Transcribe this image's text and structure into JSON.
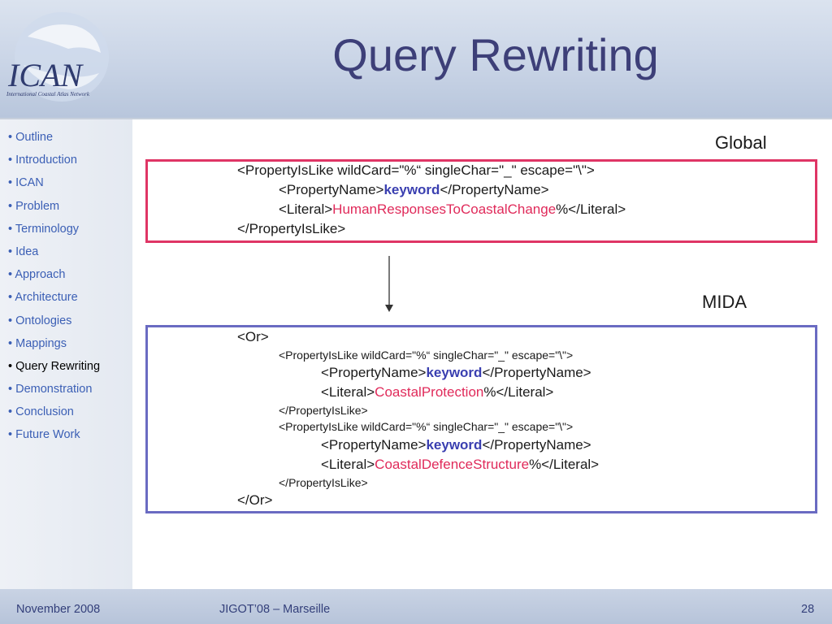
{
  "slide": {
    "title": "Query Rewriting",
    "logo_text": "ICAN",
    "logo_subtitle": "International Coastal Atlas Network"
  },
  "nav": {
    "items": [
      "Outline",
      "Introduction",
      "ICAN",
      "Problem",
      "Terminology",
      "Idea",
      "Approach",
      "Architecture",
      "Ontologies",
      "Mappings",
      "Query Rewriting",
      "Demonstration",
      "Conclusion",
      "Future Work"
    ],
    "active": "Query Rewriting"
  },
  "global": {
    "label": "Global",
    "open": "<PropertyIsLike wildCard=\"%“ singleChar=\"_\" escape=\"\\\">",
    "pn_open": "<PropertyName>",
    "keyword": "keyword",
    "pn_close": "</PropertyName>",
    "lit_open": "<Literal>",
    "value": "HumanResponsesToCoastalChange",
    "lit_close": "%</Literal>",
    "close": "</PropertyIsLike>"
  },
  "mida": {
    "label": "MIDA",
    "or_open": "<Or>",
    "open1": "<PropertyIsLike wildCard=\"%“ singleChar=\"_\" escape=\"\\\">",
    "pn_open1": "<PropertyName>",
    "keyword1": "keyword",
    "pn_close1": "</PropertyName>",
    "lit_open1": "<Literal>",
    "value1": "CoastalProtection",
    "lit_close1": "%</Literal>",
    "close1": "</PropertyIsLike>",
    "open2": "<PropertyIsLike wildCard=\"%“ singleChar=\"_\" escape=\"\\\">",
    "pn_open2": "<PropertyName>",
    "keyword2": "keyword",
    "pn_close2": "</PropertyName>",
    "lit_open2": "<Literal>",
    "value2": "CoastalDefenceStructure",
    "lit_close2": "%</Literal>",
    "close2": "</PropertyIsLike>",
    "or_close": "</Or>"
  },
  "footer": {
    "date": "November 2008",
    "event": "JIGOT’08 – Marseille",
    "page": "28"
  },
  "colors": {
    "title": "#3d3f78",
    "nav_link": "#3b5fb5",
    "global_border": "#df3565",
    "mida_border": "#6a6bc2",
    "keyword": "#3a3fb0",
    "value": "#e02a5a"
  }
}
